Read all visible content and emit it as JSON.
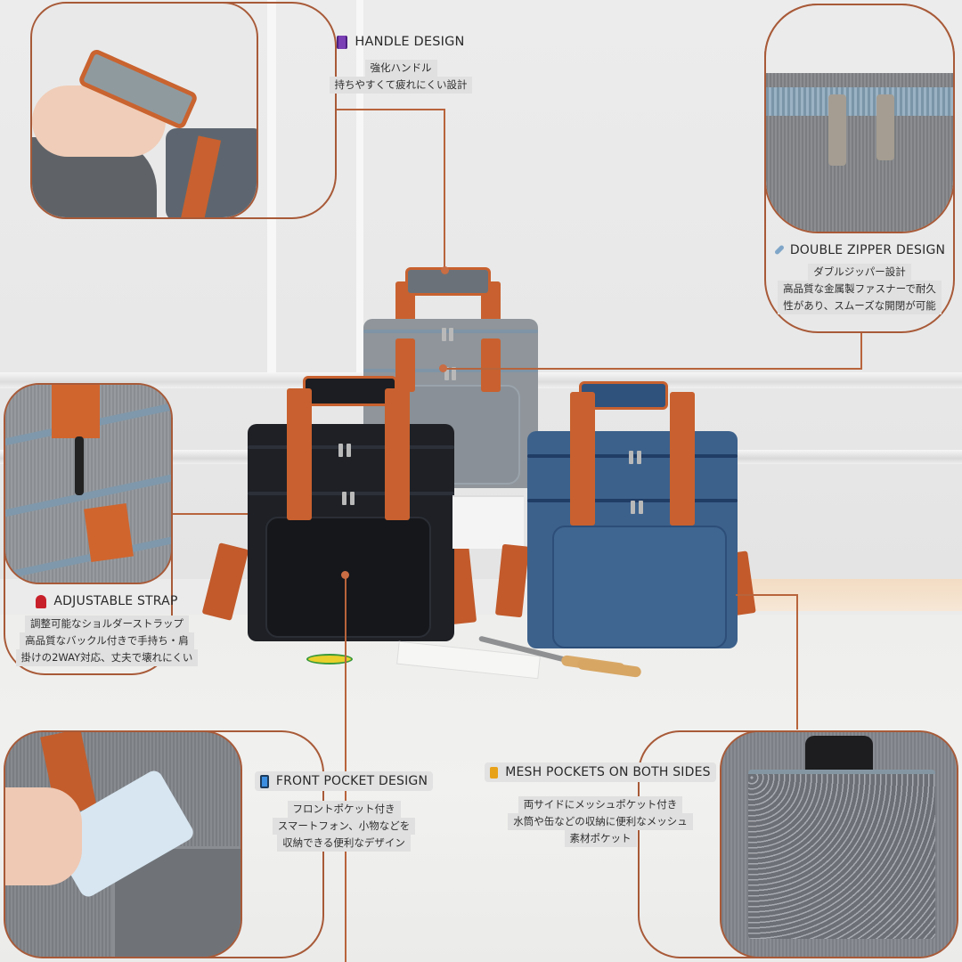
{
  "features": [
    {
      "id": "handle",
      "icon": "spool-icon",
      "icon_color": "#7a3fb4",
      "title": "HANDLE DESIGN",
      "description": [
        "強化ハンドル",
        "持ちやすくて疲れにくい設計"
      ]
    },
    {
      "id": "double-zipper",
      "icon": "safety-pin-icon",
      "icon_color": "#7fa6c8",
      "title": "DOUBLE ZIPPER DESIGN",
      "description": [
        "ダブルジッパー設計",
        "高品質な金属製ファスナーで耐久",
        "性があり、スムーズな開閉が可能"
      ]
    },
    {
      "id": "adjustable-strap",
      "icon": "tooth-icon",
      "icon_color": "#c8202a",
      "title": "ADJUSTABLE STRAP",
      "description": [
        "調整可能なショルダーストラップ",
        "高品質なバックル付きで手持ち・肩",
        "掛けの2WAY対応、丈夫で壊れにくい"
      ]
    },
    {
      "id": "front-pocket",
      "icon": "mobile-phone-icon",
      "icon_color": "#3c8fe0",
      "title": "FRONT POCKET DESIGN",
      "description": [
        "フロントポケット付き",
        "スマートフォン、小物などを",
        "収納できる便利なデザイン"
      ]
    },
    {
      "id": "mesh-pockets",
      "icon": "beverage-can-icon",
      "icon_color": "#e8a21a",
      "title": "MESH POCKETS ON BOTH SIDES",
      "description": [
        "両サイドにメッシュポケット付き",
        "水筒や缶などの収納に便利なメッシュ",
        "素材ポケット"
      ]
    }
  ],
  "product": {
    "bags": [
      {
        "color_name": "gray",
        "body": "#8d9399",
        "trim": "#7d8f9e"
      },
      {
        "color_name": "black",
        "body": "#1d1f24",
        "trim": "#2a2d33"
      },
      {
        "color_name": "navy blue",
        "body": "#3a5f88",
        "trim": "#22406a"
      }
    ],
    "accent_color": "#c8612f"
  },
  "colors": {
    "frame": "#a85a38",
    "connector": "#b8643c",
    "label_bg": "#e0e0e0"
  }
}
